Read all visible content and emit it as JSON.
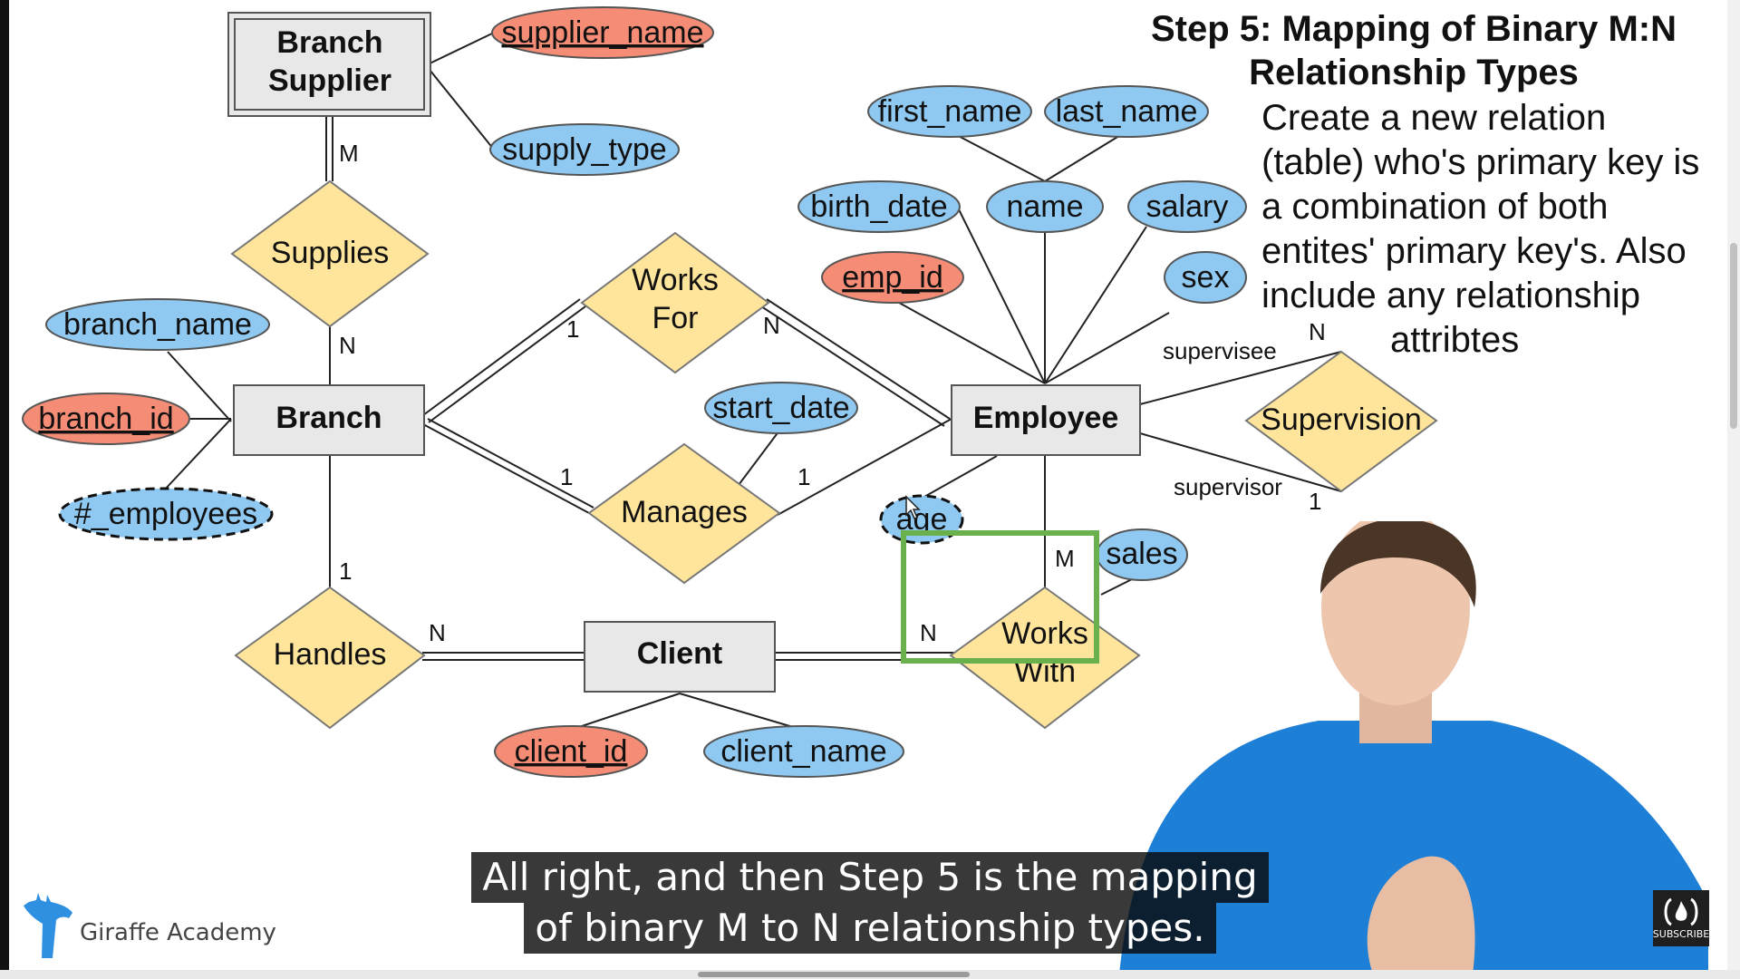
{
  "title": {
    "line1": "Step 5: Mapping of Binary M:N",
    "line2": "Relationship Types"
  },
  "description": [
    "Create a new relation",
    "(table) who's primary key is",
    "a combination of both",
    "entites' primary key's. Also",
    "include any relationship",
    "attribtes"
  ],
  "entities": {
    "branch_supplier": [
      "Branch",
      "Supplier"
    ],
    "branch": "Branch",
    "employee": "Employee",
    "client": "Client"
  },
  "relationships": {
    "supplies": "Supplies",
    "works_for": [
      "Works",
      "For"
    ],
    "manages": "Manages",
    "supervision": "Supervision",
    "handles": "Handles",
    "works_with": [
      "Works",
      "With"
    ]
  },
  "attributes": {
    "supplier_name": "supplier_name",
    "supply_type": "supply_type",
    "branch_name": "branch_name",
    "branch_id": "branch_id",
    "num_employees": "#_employees",
    "start_date": "start_date",
    "first_name": "first_name",
    "last_name": "last_name",
    "birth_date": "birth_date",
    "name": "name",
    "salary": "salary",
    "emp_id": "emp_id",
    "sex": "sex",
    "age": "age",
    "sales": "sales",
    "client_id": "client_id",
    "client_name": "client_name"
  },
  "cardinalities": {
    "supplier_supplies": "M",
    "supplies_branch": "N",
    "branch_worksfor": "1",
    "worksfor_employee": "N",
    "branch_manages": "1",
    "manages_employee": "1",
    "branch_handles": "1",
    "handles_client": "N",
    "client_workswith": "N",
    "employee_workswith": "M",
    "supervisee_card": "N",
    "supervisor_card": "1"
  },
  "roles": {
    "supervisee": "supervisee",
    "supervisor": "supervisor"
  },
  "caption": [
    "All right, and then Step 5 is the mapping",
    "of binary M to N relationship types."
  ],
  "logo": {
    "text": "Giraffe Academy",
    "icon": "giraffe-icon",
    "color": "#2f8fe0"
  },
  "subscribe": {
    "label": "SUBSCRIBE",
    "icon": "subscribe-icon"
  },
  "colors": {
    "primary_key_attribute": "#f48c76",
    "attribute": "#8fc8f0",
    "relationship": "#fee59b",
    "entity": "#e8e8e8",
    "highlight_box": "#6ab04c"
  }
}
